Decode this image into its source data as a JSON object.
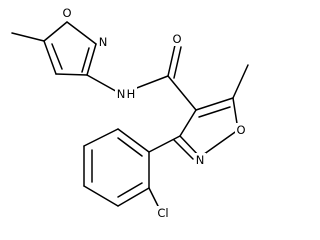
{
  "molecule": {
    "atom_labels": {
      "amide_nitrogen": "N",
      "amide_hydrogen": "H",
      "carbonyl_oxygen": "O",
      "isoxazole_top_nitrogen": "N",
      "isoxazole_top_oxygen": "O",
      "isoxazole_right_oxygen": "O",
      "isoxazole_right_nitrogen": "N",
      "chlorine": "Cl"
    }
  }
}
